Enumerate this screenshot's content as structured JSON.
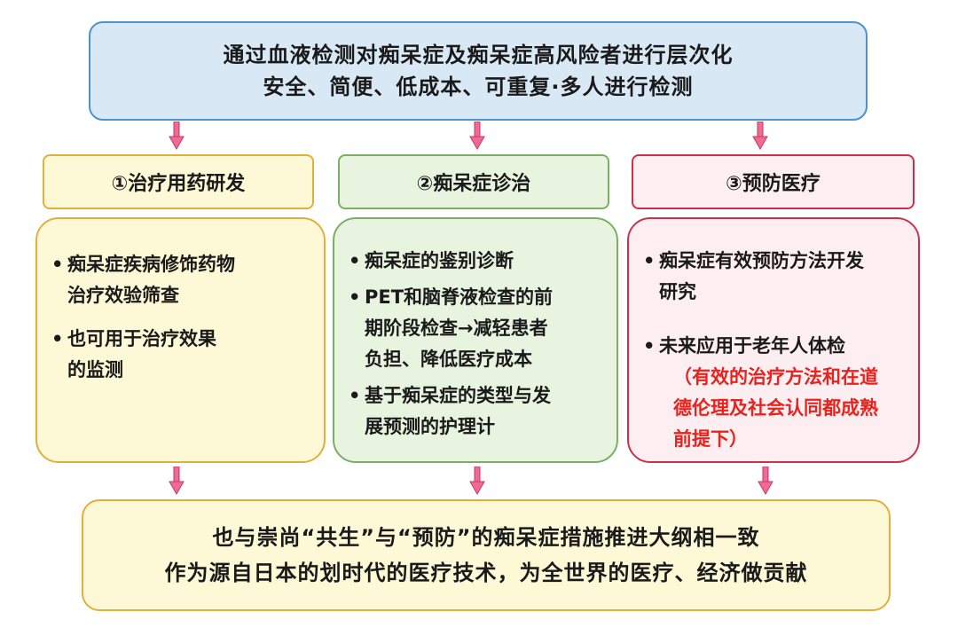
{
  "top": {
    "line1": "通过血液检测对痴呆症及痴呆症高风险者进行层次化",
    "line2": "安全、简便、低成本、可重复·多人进行检测"
  },
  "columns": [
    {
      "title": "①治疗用药研发",
      "items": [
        {
          "lines": [
            "痴呆症疾病修饰药物",
            "治疗效验筛查"
          ]
        },
        {
          "lines": [
            "也可用于治疗效果",
            "的监测"
          ]
        }
      ]
    },
    {
      "title": "②痴呆症诊治",
      "items": [
        {
          "lines": [
            "痴呆症的鉴别诊断"
          ]
        },
        {
          "lines": [
            "PET和脑脊液检查的前",
            "期阶段检查→减轻患者",
            "负担、降低医疗成本"
          ]
        },
        {
          "lines": [
            "基于痴呆症的类型与发",
            "展预测的护理计"
          ]
        }
      ]
    },
    {
      "title": "③预防医疗",
      "items": [
        {
          "lines": [
            "痴呆症有效预防方法开发",
            "研究"
          ]
        },
        {
          "lines": [
            "未来应用于老年人体检"
          ],
          "note": [
            "（有效的治疗方法和在道",
            "德伦理及社会认同都成熟",
            "前提下）"
          ]
        }
      ]
    }
  ],
  "bullet": "•",
  "bottom": {
    "line1": "也与崇尚“共生”与“预防”的痴呆症措施推进大纲相一致",
    "line2": "作为源自日本的划时代的医疗技术，为全世界的医疗、经济做贡献"
  },
  "colors": {
    "arrow_fill": "#f06a93",
    "arrow_stroke": "#c23a66",
    "note_text": "#e8231e"
  }
}
